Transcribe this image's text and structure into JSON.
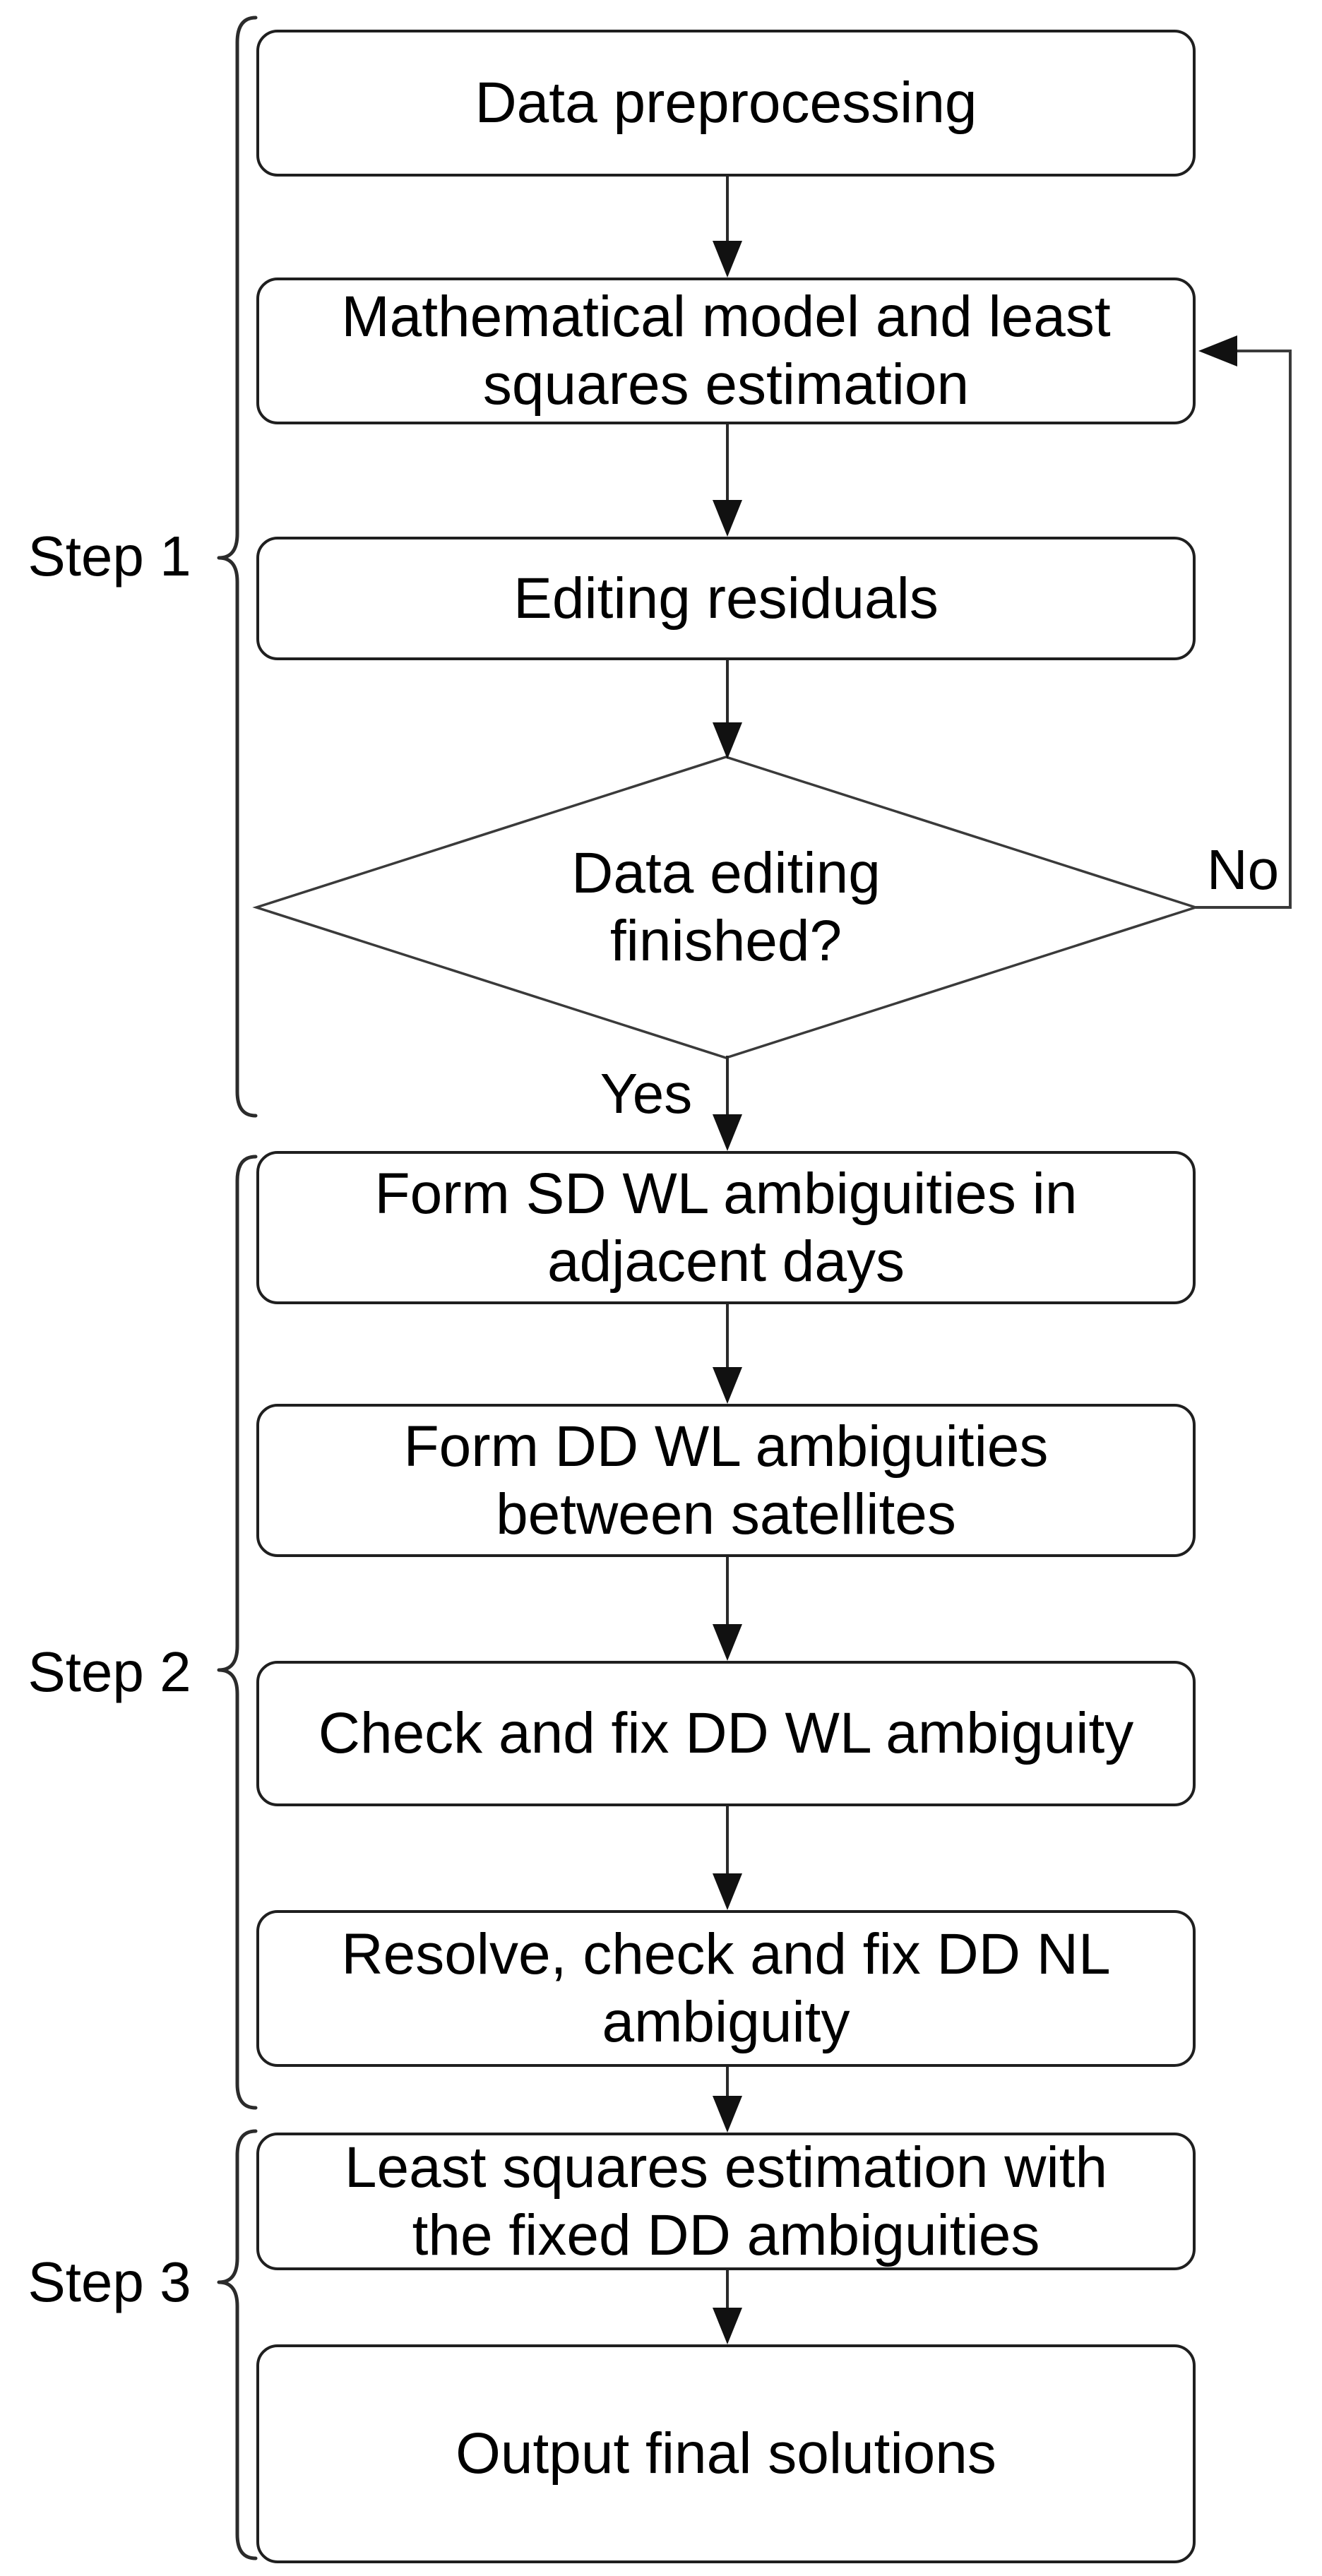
{
  "diagram": {
    "nodes": [
      {
        "id": "n1",
        "type": "process",
        "lines": [
          "Data preprocessing"
        ]
      },
      {
        "id": "n2",
        "type": "process",
        "lines": [
          "Mathematical model and least",
          "squares estimation"
        ]
      },
      {
        "id": "n3",
        "type": "process",
        "lines": [
          "Editing residuals"
        ]
      },
      {
        "id": "n4",
        "type": "decision",
        "lines": [
          "Data editing",
          "finished?"
        ]
      },
      {
        "id": "n5",
        "type": "process",
        "lines": [
          "Form SD WL ambiguities in",
          "adjacent days"
        ]
      },
      {
        "id": "n6",
        "type": "process",
        "lines": [
          "Form DD WL ambiguities",
          "between satellites"
        ]
      },
      {
        "id": "n7",
        "type": "process",
        "lines": [
          "Check and fix DD WL ambiguity"
        ]
      },
      {
        "id": "n8",
        "type": "process",
        "lines": [
          "Resolve, check and fix DD NL",
          "ambiguity"
        ]
      },
      {
        "id": "n9",
        "type": "process",
        "lines": [
          "Least squares estimation with",
          "the fixed DD ambiguities"
        ]
      },
      {
        "id": "n10",
        "type": "process",
        "lines": [
          "Output final solutions"
        ]
      }
    ],
    "edges": {
      "yes_label": "Yes",
      "no_label": "No"
    },
    "step_labels": [
      "Step 1",
      "Step 2",
      "Step 3"
    ],
    "colors": {
      "ink": "#1f1f1f",
      "background": "#ffffff",
      "text": "#000000"
    }
  }
}
